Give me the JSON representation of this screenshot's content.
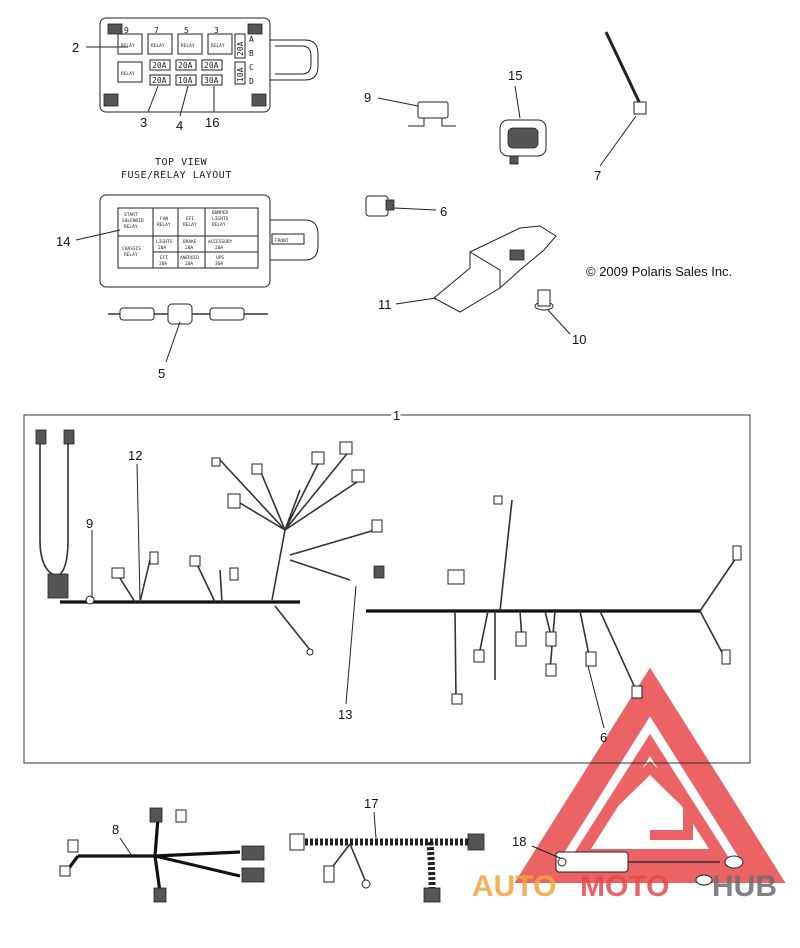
{
  "copyright": "© 2009 Polaris Sales Inc.",
  "top_view": {
    "line1": "TOP VIEW",
    "line2": "FUSE/RELAY LAYOUT"
  },
  "callouts": {
    "c1": "1",
    "c2": "2",
    "c3": "3",
    "c4": "4",
    "c5": "5",
    "c6a": "6",
    "c6b": "6",
    "c7": "7",
    "c8": "8",
    "c9a": "9",
    "c9b": "9",
    "c10": "10",
    "c11": "11",
    "c12": "12",
    "c13": "13",
    "c14": "14",
    "c15": "15",
    "c16": "16",
    "c17": "17",
    "c18": "18"
  },
  "fuse_box_top": {
    "relay": "RELAY",
    "slot_nums": {
      "n9": "9",
      "n7": "7",
      "n5": "5",
      "n3": "3"
    },
    "rows": {
      "a": "A",
      "b": "B",
      "c": "C",
      "d": "D"
    },
    "fuses": {
      "f1": "20A",
      "f2": "20A",
      "f3": "20A",
      "f4": "20A",
      "f5": "10A",
      "f6": "30A",
      "f7": "20A",
      "f8": "10A"
    }
  },
  "fuse_layout": {
    "start_solenoid_1": "START",
    "start_solenoid_2": "SOLENOID",
    "start_solenoid_3": "RELAY",
    "fan_1": "FAN",
    "fan_2": "RELAY",
    "efi_1": "EFI",
    "efi_2": "RELAY",
    "bumper_1": "BUMPER",
    "bumper_2": "LIGHTS",
    "bumper_3": "RELAY",
    "chassis_1": "CHASSIS",
    "chassis_2": "RELAY",
    "lights_1": "LIGHTS",
    "lights_2": "20A",
    "efi_fuse_1": "EFI",
    "efi_fuse_2": "20A",
    "brake_1": "BRAKE",
    "brake_2": "20A",
    "aneroid_1": "ANEROID",
    "aneroid_2": "20A",
    "acc_1": "ACCESSORY",
    "acc_2": "20A",
    "ups_1": "UPS",
    "ups_2": "30A",
    "side": "FRONT"
  },
  "watermark": {
    "a": "AUTO",
    "b": "MOTO",
    "c": "HUB"
  },
  "colors": {
    "watermark_red": "#e8484a",
    "watermark_orange": "#f3a53b",
    "watermark_gray": "#6d6d6d"
  }
}
